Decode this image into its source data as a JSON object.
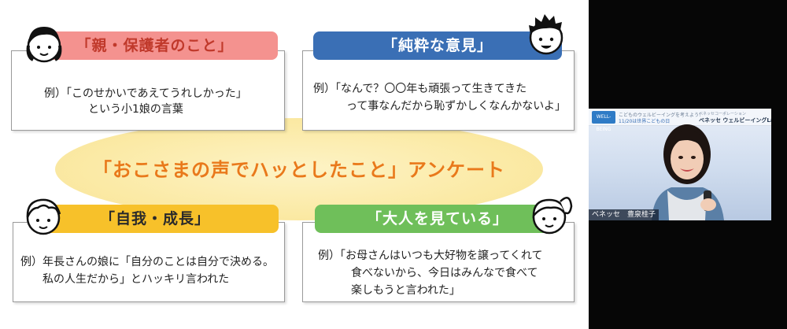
{
  "slide": {
    "center_title": "「おこさまの声でハッとしたこと」アンケート",
    "cards": [
      {
        "label": "「親・保護者のこと」",
        "lines": [
          "例）「このせかいであえてうれしかった」",
          "　　　　という小1娘の言葉"
        ]
      },
      {
        "label": "「純粋な意見」",
        "lines": [
          "例）「なんで？〇〇年も頑張って生きてきた",
          "　　　って事なんだから恥ずかしくなんかないよ」"
        ]
      },
      {
        "label": "「自我・成長」",
        "lines": [
          "例）年長さんの娘に「自分のことは自分で決める。",
          "　　私の人生だから」とハッキリ言われた"
        ]
      },
      {
        "label": "「大人を見ている」",
        "lines": [
          "例）「お母さんはいつも大好物を譲ってくれて",
          "　　　食べないから、今日はみんなで食べて",
          "　　　楽しもうと言われた」"
        ]
      }
    ]
  },
  "video": {
    "banner_logo": "WELL-BEING",
    "banner_line1": "こどものウェルビーイングを考えよう！",
    "banner_line2": "11/20は世界こどもの日",
    "banner_line3": "ベネッセコーポレーション",
    "banner_line4": "ベネッセ ウェルビーイングLab",
    "name_tag": "ベネッセ　豊泉桂子"
  },
  "icons": {
    "face1": "girl-face-icon",
    "face2": "boy-face-icon",
    "face3": "child-face-icon",
    "face4": "girl-ponytail-face-icon"
  }
}
